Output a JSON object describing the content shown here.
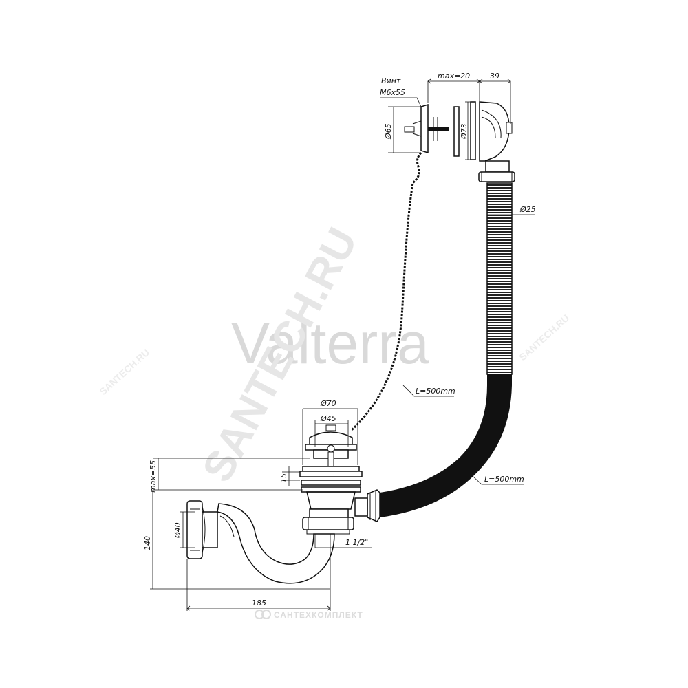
{
  "watermarks": {
    "brand": "Valterra",
    "diagonal": "SANTECH.RU",
    "side_left": "SANTECH.RU",
    "side_right": "SANTECH.RU",
    "footer": "САНТЕХКОМПЛЕКТ"
  },
  "labels": {
    "screw_line1": "Винт",
    "screw_line2": "M6x55",
    "max20": "max=20",
    "w39": "39",
    "d65": "Ø65",
    "d73": "Ø73",
    "d25": "Ø25",
    "chain_len": "L=500mm",
    "hose_len": "L=500mm",
    "d70": "Ø70",
    "d45": "Ø45",
    "max55": "max=55",
    "h15": "15",
    "h140": "140",
    "d40": "Ø40",
    "thread": "1 1/2\"",
    "w185": "185"
  },
  "colors": {
    "line": "#111111",
    "hose_dark": "#111111",
    "watermark": "#d9d9d9"
  }
}
